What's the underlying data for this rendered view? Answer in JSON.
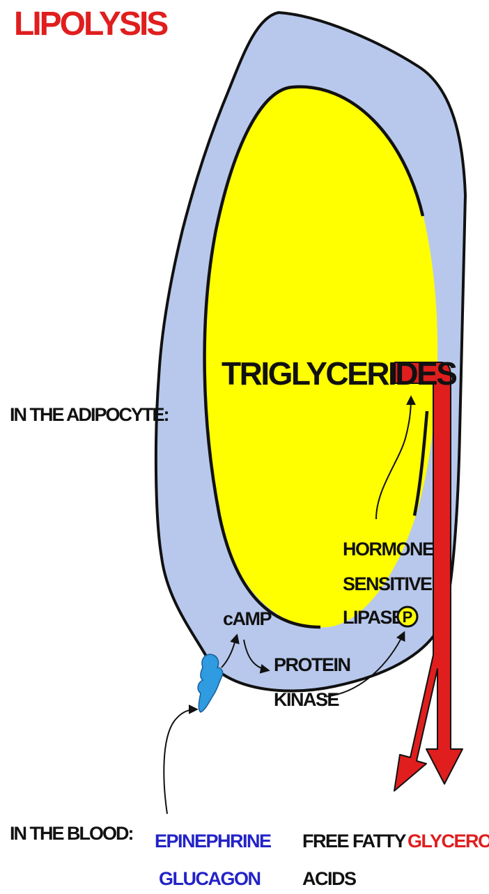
{
  "title": "LIPOLYSIS",
  "sections": {
    "adipocyte": "IN THE ADIPOCYTE:",
    "blood": "IN THE BLOOD:"
  },
  "cell": {
    "triglycerides": "TRIGLYCERIDES",
    "camp": "cAMP",
    "protein_kinase": [
      "PROTEIN",
      "KINASE"
    ],
    "hormone_sensitive_lipase": [
      "HORMONE",
      "SENSITIVE",
      "LIPASE-"
    ],
    "phosphate": "P"
  },
  "blood": {
    "hormones": [
      "EPINEPHRINE",
      "GLUCAGON"
    ],
    "free_fatty_acids": [
      "FREE FATTY",
      "ACIDS"
    ],
    "glycerol": "GLYCEROL"
  },
  "colors": {
    "title_red": "#e01e1e",
    "cytoplasm": "#b8c8ec",
    "lipid_droplet": "#ffff00",
    "receptor": "#2f9be0",
    "hormone_blue": "#2323c8",
    "arrow_red": "#e01e1e"
  },
  "icons": {
    "receptor": "membrane-receptor-icon",
    "phosphate": "phosphate-circle-icon",
    "products_arrow": "red-branching-arrow-icon"
  }
}
